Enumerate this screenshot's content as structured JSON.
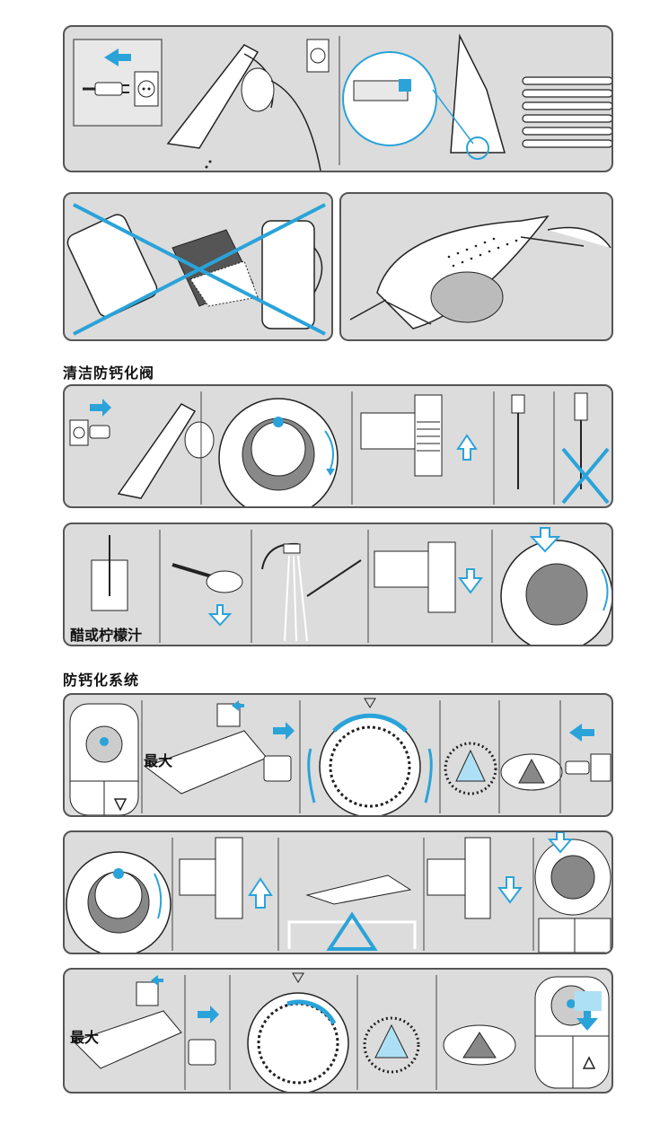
{
  "headings": {
    "section_clean_valve": "清洁防钙化阀",
    "section_anticalc": "防钙化系统"
  },
  "labels": {
    "vinegar_lemon": "醋或柠檬汁",
    "max_1": "最大",
    "max_2": "最大"
  },
  "colors": {
    "accent": "#2aa3d9",
    "panel_bg": "#dcdcdc",
    "line": "#222222",
    "border": "#555555"
  },
  "icons": [
    "unplug-arrow-icon",
    "plug-icon",
    "socket-icon",
    "iron-icon",
    "cross-icon",
    "up-arrow-icon",
    "down-arrow-icon",
    "right-arrow-icon",
    "left-arrow-icon",
    "dial-icon",
    "steam-icon",
    "warning-triangle-icon",
    "brush-icon",
    "glass-icon"
  ]
}
